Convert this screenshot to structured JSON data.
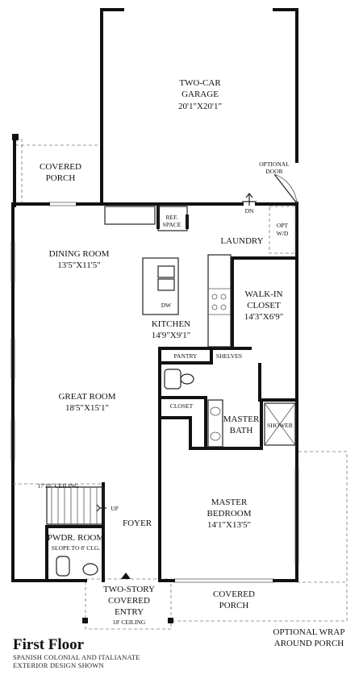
{
  "rooms": {
    "garage": {
      "name_l1": "TWO-CAR",
      "name_l2": "GARAGE",
      "dims": "20'1\"X20'1\""
    },
    "optional_door": {
      "l1": "OPTIONAL",
      "l2": "DOOR"
    },
    "covered_porch_top": {
      "l1": "COVERED",
      "l2": "PORCH"
    },
    "dn": "DN",
    "ref_space": {
      "l1": "REF.",
      "l2": "SPACE"
    },
    "opt_wd": {
      "l1": "OPT",
      "l2": "W/D"
    },
    "laundry": "LAUNDRY",
    "dining": {
      "name": "DINING ROOM",
      "dims": "13'5\"X11'5\""
    },
    "dw": "DW",
    "kitchen": {
      "name": "KITCHEN",
      "dims": "14'9\"X9'1\""
    },
    "walkin": {
      "l1": "WALK-IN",
      "l2": "CLOSET",
      "dims": "14'3\"X6'9\""
    },
    "pantry": "PANTRY",
    "shelves": "SHELVES",
    "great_room": {
      "name": "GREAT ROOM",
      "dims": "18'5\"X15'1\""
    },
    "closet": "CLOSET",
    "master_bath": {
      "l1": "MASTER",
      "l2": "BATH"
    },
    "shower": "SHOWER",
    "ceiling_17": "17'10\" CEILING",
    "up": "UP",
    "foyer": "FOYER",
    "master_bed": {
      "l1": "MASTER",
      "l2": "BEDROOM",
      "dims": "14'1\"X13'5\""
    },
    "powder": {
      "name": "PWDR. ROOM",
      "note": "SLOPE TO 8' CLG."
    },
    "entry": {
      "l1": "TWO-STORY",
      "l2": "COVERED",
      "l3": "ENTRY",
      "ceiling": "18' CEILING"
    },
    "covered_porch_bottom": {
      "l1": "COVERED",
      "l2": "PORCH"
    },
    "wrap_porch": {
      "l1": "OPTIONAL WRAP",
      "l2": "AROUND PORCH"
    }
  },
  "title": {
    "floor": "First Floor",
    "sub1": "SPANISH COLONIAL AND ITALIANATE",
    "sub2": "EXTERIOR DESIGN SHOWN"
  }
}
